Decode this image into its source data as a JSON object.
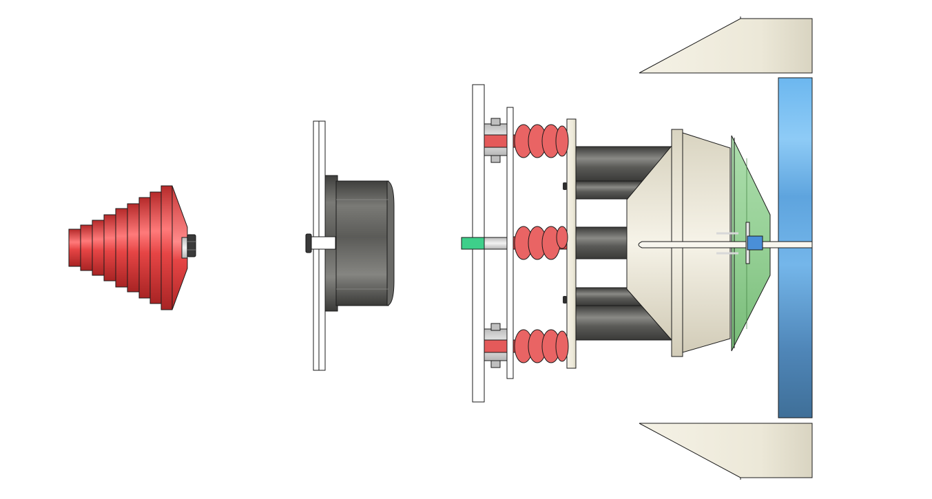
{
  "colors": {
    "background": "#ffffff",
    "red": "#e64545",
    "red_dark": "#b52a2a",
    "red_light": "#ff7a7a",
    "gray_dark": "#4a4a48",
    "gray_mid": "#6b6b68",
    "gray_light": "#8f8f8b",
    "cream": "#efebdc",
    "cream_dark": "#d7d2bf",
    "green_translucent": "#8ccf8c",
    "green_shaft": "#3ecf8a",
    "blue_light": "#6db8ef",
    "blue_dark": "#3f6f98",
    "blue_bracket": "#4a8fd8",
    "line": "#1a1a1a",
    "silver": "#d9d9d9"
  },
  "parts": [
    {
      "name": "stepped-cone-pulley",
      "color": "red"
    },
    {
      "name": "motor-flange-drum",
      "color": "gray_dark"
    },
    {
      "name": "spring-clutch-assembly",
      "color": "red"
    },
    {
      "name": "cone-rotor-housing",
      "color": "cream"
    },
    {
      "name": "transparent-cone",
      "color": "green_translucent"
    },
    {
      "name": "blue-disc",
      "color": "blue_light"
    },
    {
      "name": "tapered-frame-brackets",
      "color": "cream"
    }
  ]
}
